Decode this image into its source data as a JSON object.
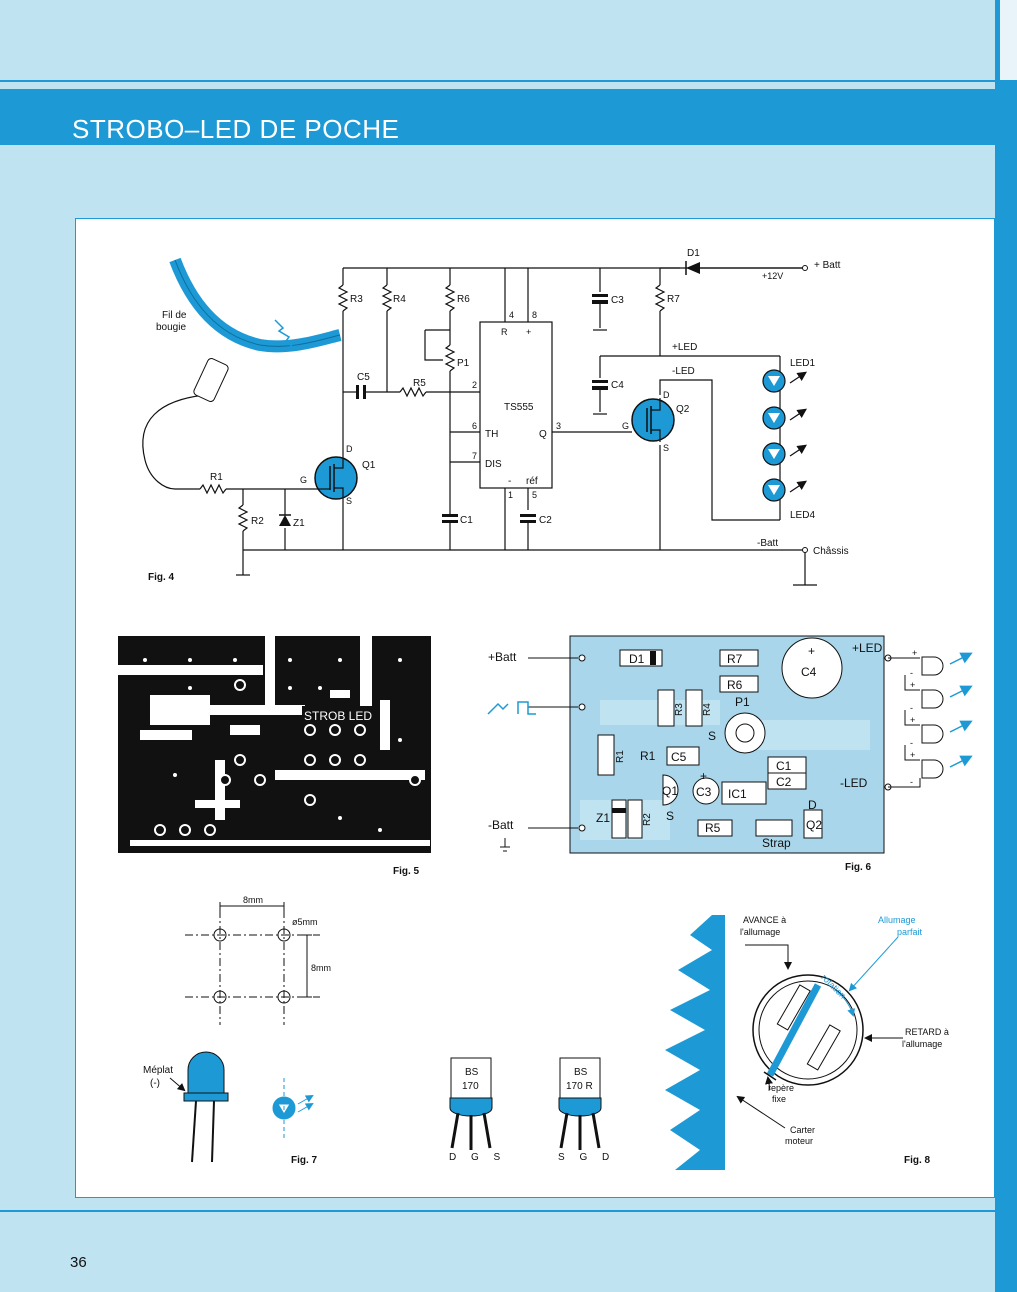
{
  "page_title": "STROBO–LED DE POCHE",
  "page_number": "36",
  "colors": {
    "accent": "#1d9ad6",
    "page_bg": "#bfe3f1",
    "pcb_bg": "#a9d6ea"
  },
  "fig4": {
    "caption": "Fig. 4",
    "wire_label_1": "Fil de",
    "wire_label_2": "bougie",
    "components": {
      "r1": "R1",
      "r2": "R2",
      "r3": "R3",
      "r4": "R4",
      "r5": "R5",
      "r6": "R6",
      "r7": "R7",
      "p1": "P1",
      "c1": "C1",
      "c2": "C2",
      "c3": "C3",
      "c4": "C4",
      "c5": "C5",
      "z1": "Z1",
      "d1": "D1",
      "q1": "Q1",
      "q2": "Q2",
      "ic": "TS555",
      "led1": "LED1",
      "led4": "LED4"
    },
    "pins": {
      "r_bar": "R",
      "plus": "+",
      "p4": "4",
      "p8": "8",
      "p2": "2",
      "p6": "6",
      "p7": "7",
      "p3": "3",
      "p1": "1",
      "p5": "5",
      "th": "TH",
      "dis": "DIS",
      "q": "Q",
      "ref": "réf",
      "minus": "-",
      "gate": "G",
      "drain": "D",
      "source": "S"
    },
    "rails": {
      "batt_plus": "+ Batt",
      "v12": "+12V",
      "led_plus": "+LED",
      "led_minus": "-LED",
      "batt_minus": "-Batt",
      "chassis": "Châssis"
    }
  },
  "fig5": {
    "caption": "Fig. 5",
    "board_label": "STROB LED"
  },
  "fig6": {
    "caption": "Fig. 6",
    "batt_plus": "+Batt",
    "batt_minus": "-Batt",
    "led_plus": "+LED",
    "led_minus": "-LED",
    "parts": {
      "d1": "D1",
      "r7": "R7",
      "r6": "R6",
      "c4": "C4",
      "c4_plus": "+",
      "r3": "R3",
      "r4": "R4",
      "p1": "P1",
      "s": "S",
      "r1": "R1",
      "c5": "C5",
      "c1": "C1",
      "c2": "C2",
      "q1": "Q1",
      "c3": "C3",
      "c3_plus": "+",
      "ic1": "IC1",
      "z1": "Z1",
      "r2": "R2",
      "r5": "R5",
      "strap": "Strap",
      "q2": "Q2",
      "q2_d": "D"
    },
    "led_pin_plus": "+",
    "led_pin_minus": "-"
  },
  "fig7": {
    "caption": "Fig. 7",
    "dim_8mm_top": "8mm",
    "dim_hole": "ø5mm",
    "dim_8mm_side": "8mm",
    "meplat_1": "Méplat",
    "meplat_2": "(-)",
    "bs170": {
      "line1": "BS",
      "line2": "170",
      "pins": "D G S"
    },
    "bs170r": {
      "line1": "BS",
      "line2": "170 R",
      "pins": "S G D"
    }
  },
  "fig8": {
    "caption": "Fig. 8",
    "avance_1": "AVANCE à",
    "avance_2": "l'allumage",
    "allumage_1": "Allumage",
    "allumage_2": "parfait",
    "rotation": "rotation",
    "retard_1": "RETARD à",
    "retard_2": "l'allumage",
    "repere_1": "repère",
    "repere_2": "fixe",
    "carter_1": "Carter",
    "carter_2": "moteur"
  }
}
